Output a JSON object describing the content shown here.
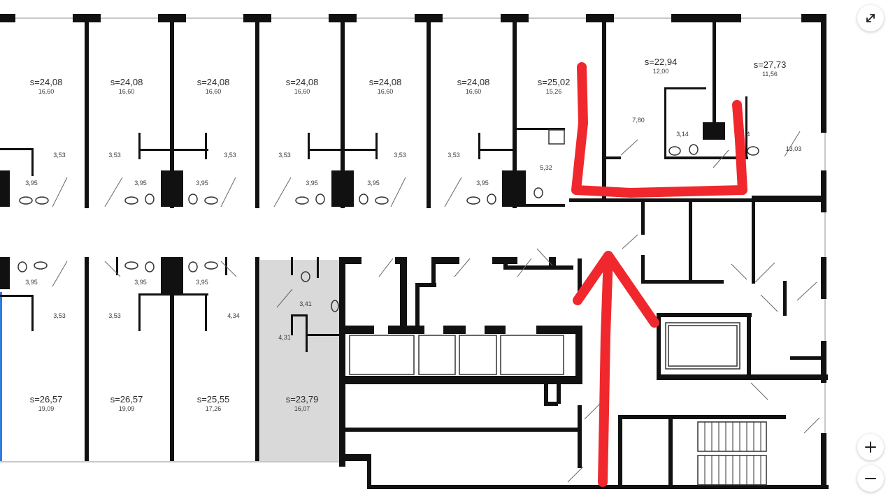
{
  "units_top": [
    {
      "area": "s=24,08",
      "living": "16,60"
    },
    {
      "area": "s=24,08",
      "living": "16,60"
    },
    {
      "area": "s=24,08",
      "living": "16,60"
    },
    {
      "area": "s=24,08",
      "living": "16,60"
    },
    {
      "area": "s=24,08",
      "living": "16,60"
    },
    {
      "area": "s=24,08",
      "living": "16,60"
    },
    {
      "area": "s=25,02",
      "living": "15,26"
    },
    {
      "area": "s=22,94",
      "living": "12,00"
    },
    {
      "area": "s=27,73",
      "living": "11,56"
    }
  ],
  "units_bottom": [
    {
      "area": "s=26,57",
      "living": "19,09"
    },
    {
      "area": "s=26,57",
      "living": "19,09"
    },
    {
      "area": "s=25,55",
      "living": "17,26"
    },
    {
      "area": "s=23,79",
      "living": "16,07"
    }
  ],
  "room_labels": {
    "hall_353": "3,53",
    "bath_395": "3,95",
    "bath_532": "5,32",
    "hall_780": "7,80",
    "bath_314": "3,14",
    "bath_4": "4",
    "room_1303": "13,03",
    "hall_434": "4,34",
    "bath_341": "3,41",
    "hall_431": "4,31"
  },
  "controls": {
    "expand": "expand-icon",
    "zoom_in": "plus-icon",
    "zoom_out": "minus-icon"
  },
  "colors": {
    "wall": "#111111",
    "annotation": "#f0282d",
    "selected_unit": "#d9d9d9",
    "selected_edge": "#2f7de1"
  }
}
